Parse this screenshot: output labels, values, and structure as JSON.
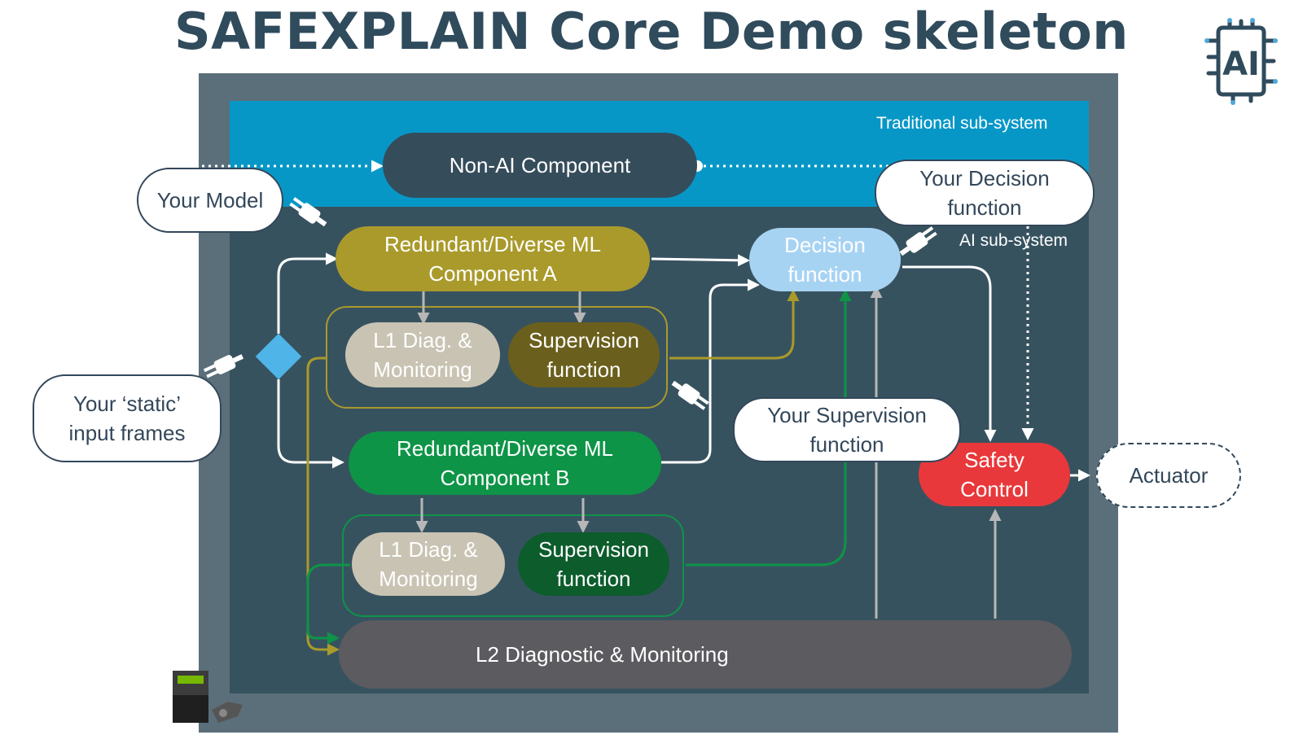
{
  "title": "SAFEXPLAIN Core Demo skeleton",
  "subsystems": {
    "traditional": "Traditional sub-system",
    "ai": "AI sub-system"
  },
  "nodes": {
    "non_ai": "Non-AI Component",
    "component_a": "Redundant/Diverse ML\nComponent A",
    "component_b": "Redundant/Diverse ML\nComponent B",
    "l1_a": "L1 Diag. &\nMonitoring",
    "supervision_a": "Supervision\nfunction",
    "l1_b": "L1 Diag. &\nMonitoring",
    "supervision_b": "Supervision\nfunction",
    "decision": "Decision\nfunction",
    "safety_control": "Safety\nControl",
    "l2": "L2 Diagnostic & Monitoring"
  },
  "plugins": {
    "your_model": "Your Model",
    "your_decision": "Your Decision\nfunction",
    "your_input": "Your ‘static’\ninput frames",
    "your_supervision": "Your Supervision\nfunction",
    "actuator": "Actuator"
  },
  "logo_text": "AI",
  "colors": {
    "title": "#2f4b5c",
    "outer": "#5b6f7a",
    "inner": "#37525f",
    "traditional_band": "#0797c7",
    "non_ai": "#354c5b",
    "component_a": "#a99a2b",
    "supervision_a": "#6a5f1c",
    "l1": "#c9c3b3",
    "component_b": "#0e9447",
    "supervision_b": "#0c5c2c",
    "decision": "#a7d3f3",
    "safety_control": "#e8383b",
    "l2": "#5b5b60",
    "splitter": "#4fb4e8"
  }
}
